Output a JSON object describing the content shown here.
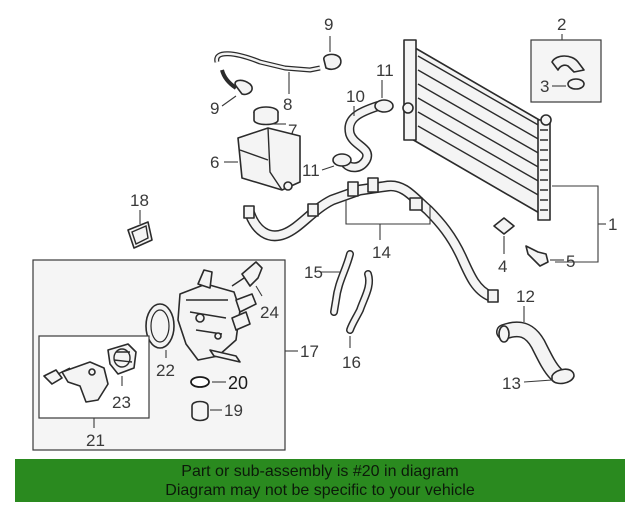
{
  "callouts": {
    "c1": "1",
    "c2": "2",
    "c3": "3",
    "c4": "4",
    "c5": "5",
    "c6": "6",
    "c7": "7",
    "c8": "8",
    "c9a": "9",
    "c9b": "9",
    "c10": "10",
    "c11a": "11",
    "c11b": "11",
    "c12": "12",
    "c13": "13",
    "c14": "14",
    "c15": "15",
    "c16": "16",
    "c17": "17",
    "c18": "18",
    "c19": "19",
    "c20": "20",
    "c21": "21",
    "c22": "22",
    "c23": "23",
    "c24": "24"
  },
  "banner": {
    "line1": "Part or sub-assembly is #20 in diagram",
    "line2": "Diagram may not be specific to your vehicle",
    "color": "#2a8a1f"
  }
}
